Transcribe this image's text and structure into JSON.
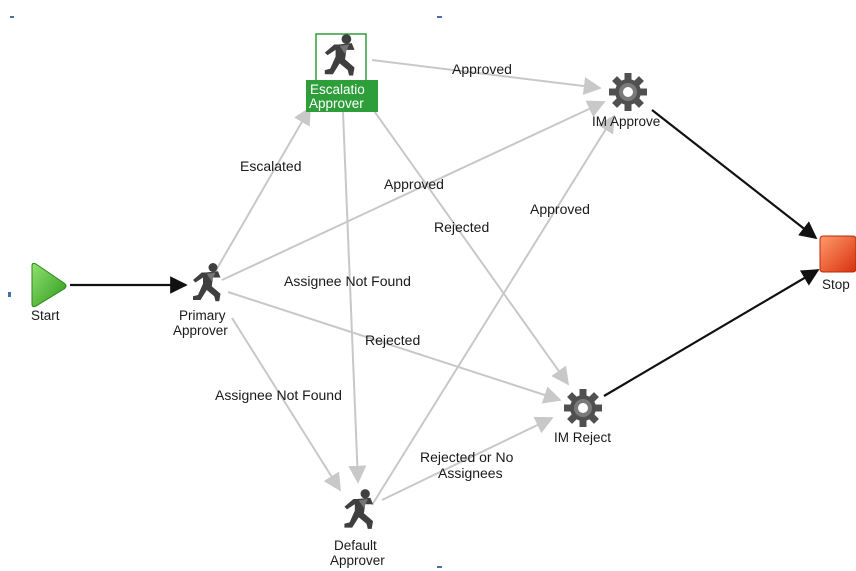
{
  "nodes": {
    "start": {
      "label": "Start"
    },
    "primary": {
      "label_line1": "Primary",
      "label_line2": "Approver"
    },
    "escalation": {
      "label_line1": "Escalatio",
      "label_line2": "Approver"
    },
    "default": {
      "label_line1": "Default",
      "label_line2": "Approver"
    },
    "im_approve": {
      "label": "IM Approve"
    },
    "im_reject": {
      "label": "IM Reject"
    },
    "stop": {
      "label": "Stop"
    }
  },
  "edges": {
    "primary_to_escalation": "Escalated",
    "escalation_to_im_approve": "Approved",
    "primary_to_im_approve": "Approved",
    "escalation_to_im_reject": "Rejected",
    "default_to_im_approve": "Approved",
    "escalation_to_default": "Assignee Not Found",
    "primary_to_im_reject": "Rejected",
    "primary_to_default": "Assignee Not Found",
    "default_to_im_reject_line1": "Rejected or No",
    "default_to_im_reject_line2": "Assignees"
  },
  "colors": {
    "start": "#4cb82e",
    "escalation_box": "#2e9e3a",
    "stop": "#e8401c",
    "gear": "#555555",
    "person": "#444444"
  }
}
